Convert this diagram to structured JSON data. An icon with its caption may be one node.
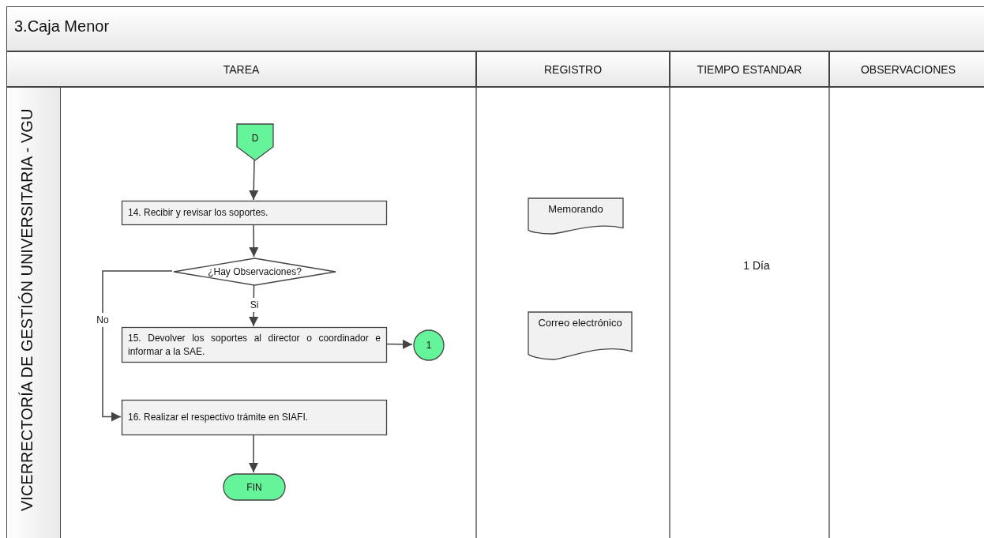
{
  "diagram": {
    "title": "3.Caja Menor",
    "nodes": [
      {
        "text": [
          "VICERRECTORÍA DE GESTIÓN UNIVERSITARIA - VGU"
        ]
      },
      {
        "text": [
          "D"
        ],
        "in": 0
      },
      {
        "text": [
          "14. Recibir y revisar los soportes."
        ],
        "in": 0
      },
      {
        "text": [
          "¿Hay Observaciones?"
        ],
        "in": 0
      },
      {
        "text": [
          "15. Devolver los soportes al director o coordinador e informar a la SAE."
        ],
        "in": 0
      },
      {
        "text": [
          "1"
        ],
        "in": 0
      },
      {
        "text": [
          "16. Realizar el respectivo trámite en SIAFI."
        ],
        "in": 0
      },
      {
        "text": [
          "FIN"
        ],
        "in": 0
      },
      {
        "text": [
          "Memorando"
        ],
        "in": 0
      },
      {
        "text": [
          "Correo electrónico"
        ],
        "in": 0
      }
    ],
    "edges": [
      {
        "from": 1,
        "to": 2,
        "arrow": "to"
      },
      {
        "from": 2,
        "to": 3,
        "arrow": "to"
      },
      {
        "from": 3,
        "to": 4,
        "arrow": "to",
        "label": "Si"
      },
      {
        "from": 4,
        "to": 5,
        "arrow": "to"
      },
      {
        "from": 3,
        "to": 6,
        "arrow": "to",
        "label": "No"
      },
      {
        "from": 6,
        "to": 7,
        "arrow": "to"
      }
    ],
    "labels": [
      "TAREA",
      "REGISTRO",
      "TIEMPO ESTANDAR",
      "OBSERVACIONES",
      "1 Día"
    ]
  }
}
